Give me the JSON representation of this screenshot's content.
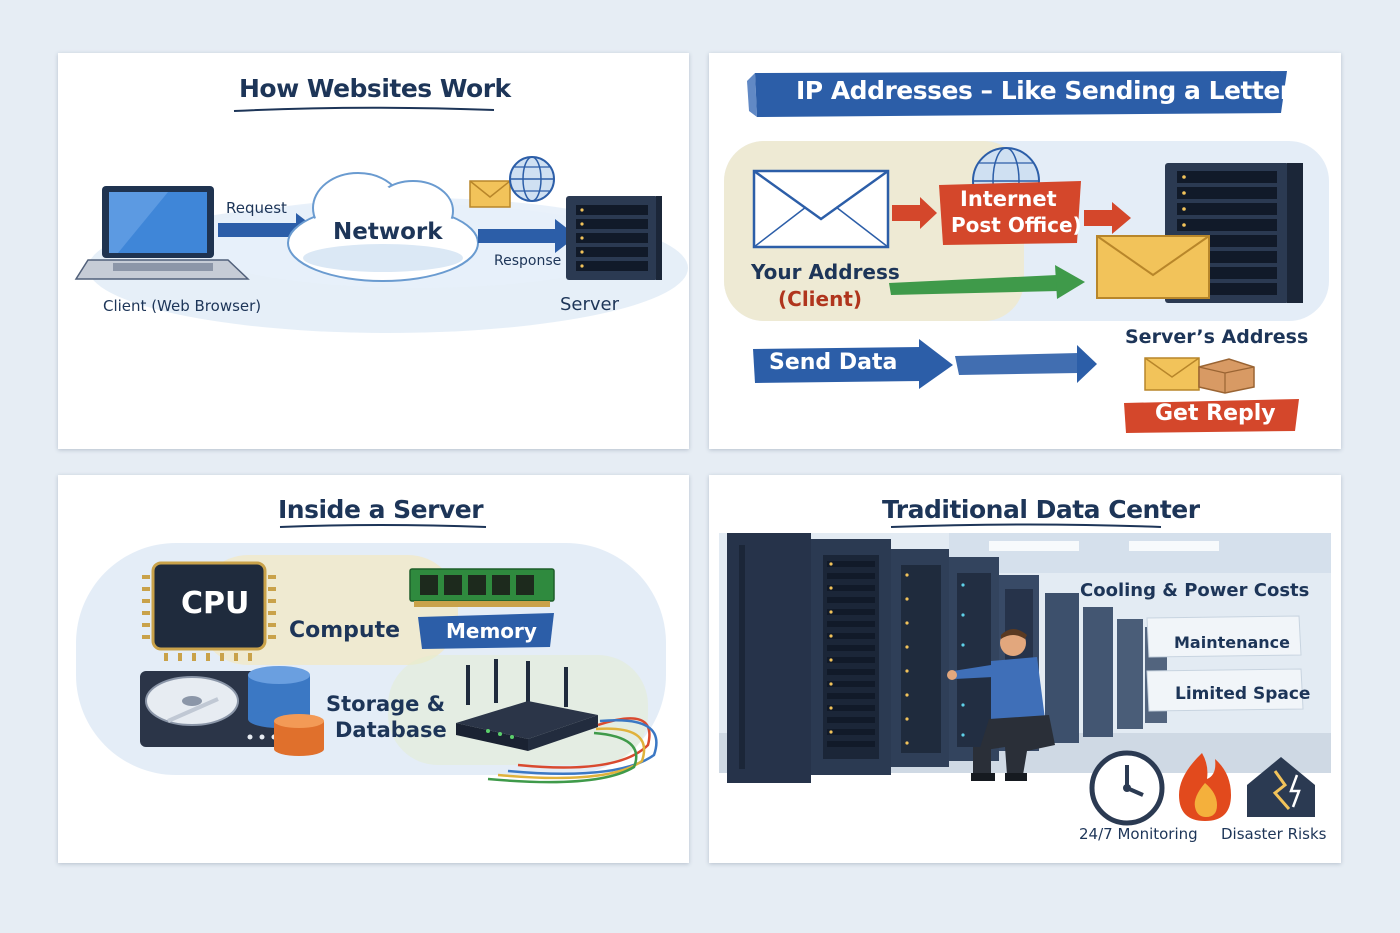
{
  "panel_websites": {
    "title": "How Websites Work",
    "request": "Request",
    "network": "Network",
    "response": "Response",
    "client": "Client (Web Browser)",
    "server": "Server"
  },
  "panel_ip": {
    "title": "IP Addresses – Like Sending a Letter",
    "internet_line1": "Internet",
    "internet_line2": "Post Office)",
    "your_address": "Your Address",
    "client": "(Client)",
    "servers_address": "Server’s Address",
    "send_data": "Send Data",
    "get_reply": "Get Reply"
  },
  "panel_inside": {
    "title": "Inside a Server",
    "cpu": "CPU",
    "compute": "Compute",
    "memory": "Memory",
    "storage_line1": "Storage &",
    "storage_line2": "Database"
  },
  "panel_datacenter": {
    "title": "Traditional Data Center",
    "cooling": "Cooling & Power Costs",
    "maintenance": "Maintenance",
    "limited_space": "Limited Space",
    "monitoring": "24/7 Monitoring",
    "disaster": "Disaster Risks"
  },
  "colors": {
    "navy": "#1d3558",
    "arrow_blue": "#2c5ea8",
    "arrow_red": "#d4472b",
    "arrow_green": "#3f9a4a",
    "envelope_yellow": "#f2c35a"
  }
}
